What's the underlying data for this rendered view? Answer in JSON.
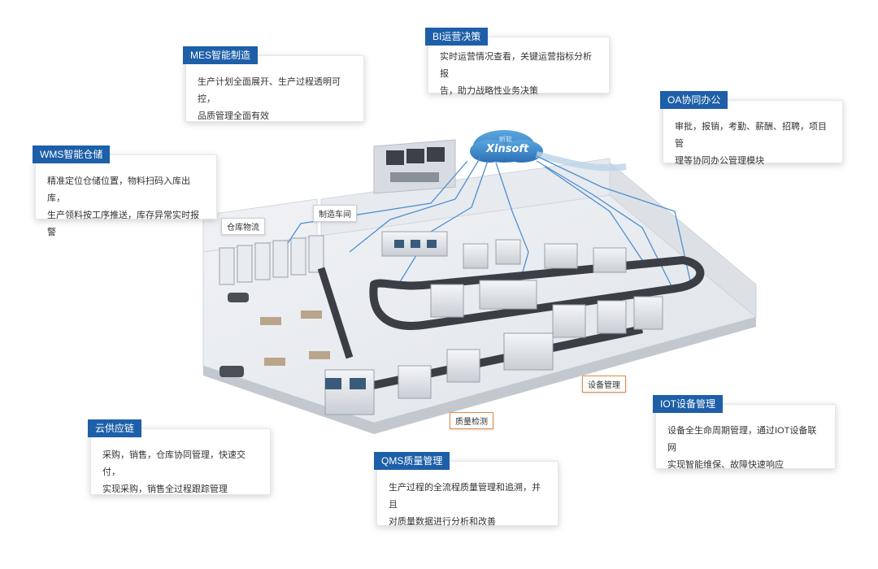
{
  "cards": {
    "mes": {
      "title": "MES智能制造",
      "lines": [
        "生产计划全面展开、生产过程透明可控，",
        "品质管理全面有效"
      ]
    },
    "bi": {
      "title": "BI运营决策",
      "lines": [
        "实时运营情况查看，关键运营指标分析报",
        "告，助力战略性业务决策"
      ]
    },
    "oa": {
      "title": "OA协同办公",
      "lines": [
        "审批，报销，考勤、薪酬、招聘，项目管",
        "理等协同办公管理模块"
      ]
    },
    "wms": {
      "title": "WMS智能仓储",
      "lines": [
        "精准定位仓储位置，物料扫码入库出库，",
        "生产领料按工序推送，库存异常实时报警"
      ]
    },
    "supply": {
      "title": "云供应链",
      "lines": [
        "采购，销售，仓库协同管理，快速交付，",
        "实现采购，销售全过程跟踪管理"
      ]
    },
    "qms": {
      "title": "QMS质量管理",
      "lines": [
        "生产过程的全流程质量管理和追溯，并且",
        "对质量数据进行分析和改善"
      ]
    },
    "iot": {
      "title": "IOT设备管理",
      "lines": [
        "设备全生命周期管理，通过IOT设备联网",
        "实现智能维保、故障快速响应"
      ]
    }
  },
  "zones": {
    "warehouse": "仓库物流",
    "workshop": "制造车间",
    "equipment": "设备管理",
    "quality": "质量检测"
  },
  "cloud": {
    "brand": "Xinsoft",
    "brand_cn": "昕软"
  },
  "colors": {
    "tag_blue": "#1d5fa8",
    "cloud_blue": "#3a86c8",
    "floor": "#e9ecf0",
    "conveyor": "#3b3f45"
  }
}
